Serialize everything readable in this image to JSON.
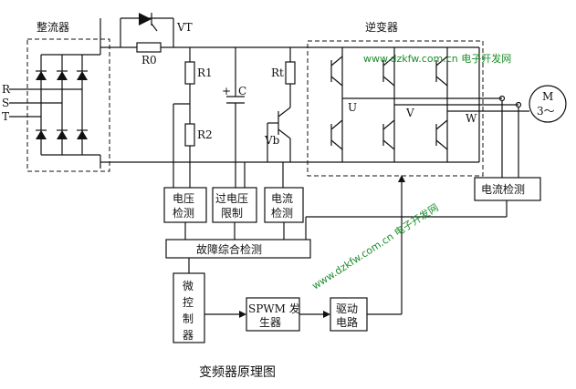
{
  "title": "变频器原理图",
  "watermark": {
    "top": "www.dzkfw.com.cn 电子开发网",
    "diagonal": "www.dzkfw.com.cn 电子开发网",
    "color": "#1a8f2a"
  },
  "sections": {
    "rectifier": "整流器",
    "inverter": "逆变器"
  },
  "inputs": [
    "R",
    "S",
    "T"
  ],
  "components": {
    "vt": "VT",
    "r0": "R0",
    "r1": "R1",
    "r2": "R2",
    "c": "C",
    "c_plus": "+",
    "rt": "Rt",
    "vb": "Vb",
    "u": "U",
    "v": "V",
    "w": "W",
    "motor_m": "M",
    "motor_3": "3～"
  },
  "blocks": {
    "voltage_detect": [
      "电压",
      "检测"
    ],
    "overvoltage_limit": [
      "过电压",
      "限制"
    ],
    "current_detect": [
      "电流",
      "检测"
    ],
    "current_detect_right": "电流检测",
    "fault_detect": "故障综合检测",
    "micro_controller": [
      "微",
      "控",
      "制",
      "器"
    ],
    "spwm": [
      "SPWM 发",
      "生器"
    ],
    "driver": [
      "驱动",
      "电路"
    ]
  }
}
